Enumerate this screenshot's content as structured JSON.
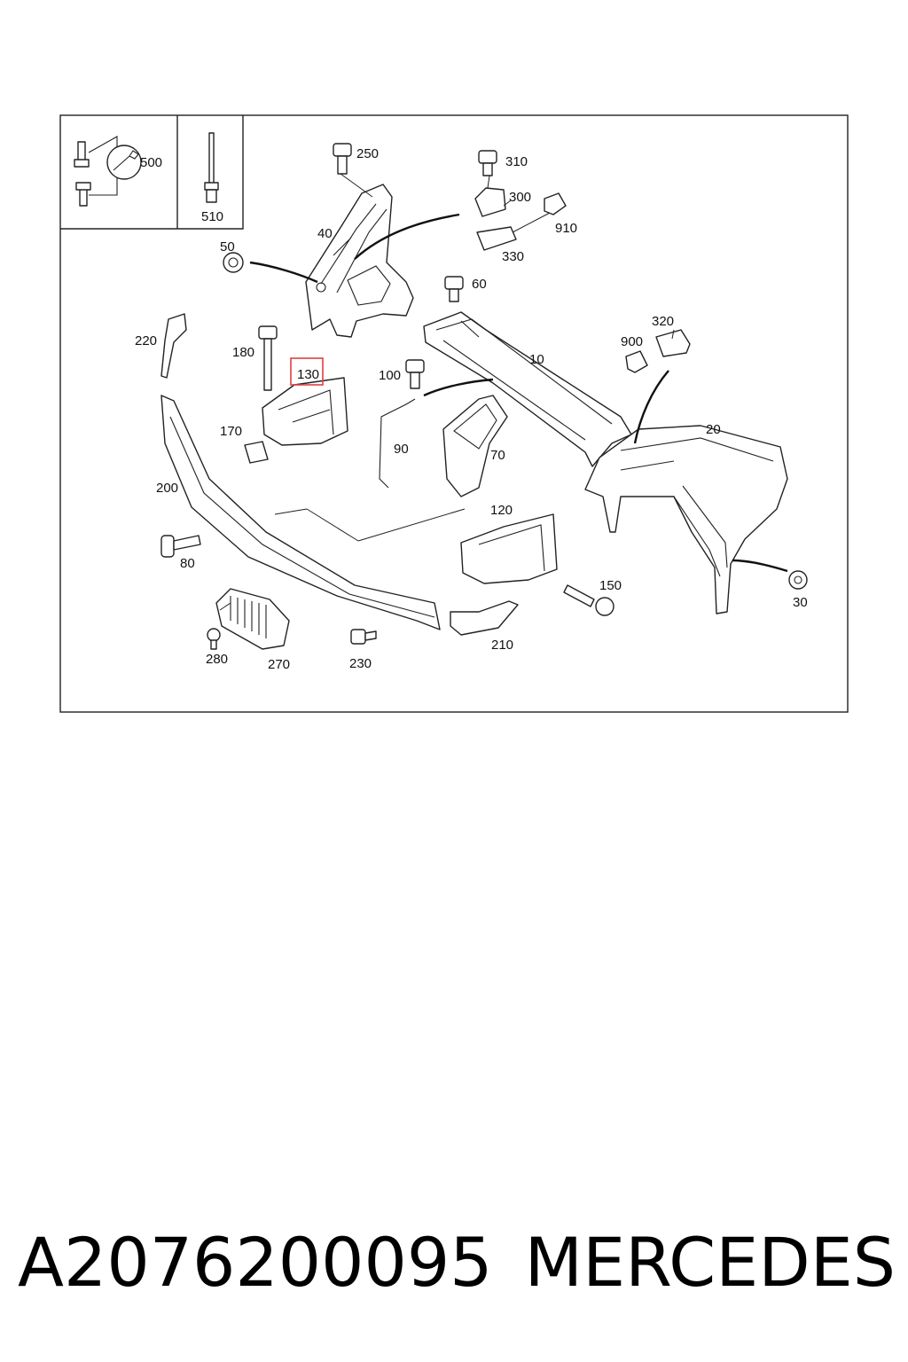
{
  "diagram": {
    "labels": {
      "p10": "10",
      "p20": "20",
      "p30": "30",
      "p40": "40",
      "p50": "50",
      "p60": "60",
      "p70": "70",
      "p80": "80",
      "p90": "90",
      "p100": "100",
      "p120": "120",
      "p130": "130",
      "p150": "150",
      "p170": "170",
      "p180": "180",
      "p200": "200",
      "p210": "210",
      "p220": "220",
      "p230": "230",
      "p250": "250",
      "p270": "270",
      "p280": "280",
      "p300": "300",
      "p310": "310",
      "p320": "320",
      "p330": "330",
      "p500": "500",
      "p510": "510",
      "p900": "900",
      "p910": "910"
    },
    "highlighted_part": "130",
    "highlight_color": "#e04040"
  },
  "caption": {
    "part_number": "A2076200095",
    "brand": "MERCEDES"
  }
}
